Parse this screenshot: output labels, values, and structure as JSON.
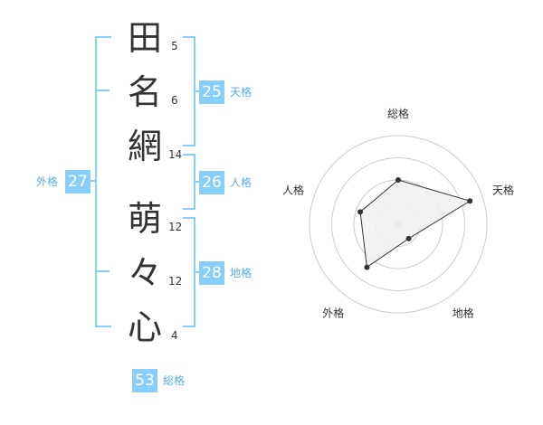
{
  "name": {
    "chars": [
      "田",
      "名",
      "網",
      "萌",
      "々",
      "心"
    ],
    "strokes": [
      "5",
      "6",
      "14",
      "12",
      "12",
      "4"
    ]
  },
  "kaku": {
    "tenkaku": {
      "value": "25",
      "label": "天格"
    },
    "jinkaku": {
      "value": "26",
      "label": "人格"
    },
    "chikaku": {
      "value": "28",
      "label": "地格"
    },
    "gaikaku": {
      "value": "27",
      "label": "外格"
    },
    "soukaku": {
      "value": "53",
      "label": "総格"
    }
  },
  "chart_data": {
    "type": "radar",
    "axes": [
      "総格",
      "天格",
      "地格",
      "外格",
      "人格"
    ],
    "rings": 4,
    "values": [
      0.5,
      0.85,
      0.2,
      0.6,
      0.45
    ],
    "colors": {
      "accent": "#87cefa",
      "line": "#333333",
      "grid": "#cccccc",
      "fill": "#f0f0f0"
    }
  }
}
